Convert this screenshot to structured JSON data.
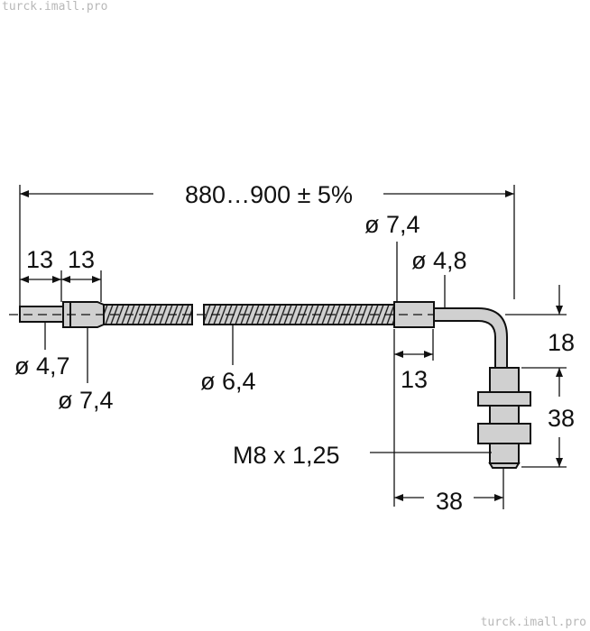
{
  "watermark": {
    "top": "turck.imall.pro",
    "bottom": "turck.imall.pro"
  },
  "dimensions": {
    "total_length": "880…900 ± 5%",
    "left_segment_1": "13",
    "left_segment_2": "13",
    "diameter_thin_cable": "ø 4,7",
    "diameter_left_ferrule": "ø 7,4",
    "diameter_braided_cable": "ø 6,4",
    "diameter_right_ferrule": "ø 7,4",
    "diameter_tube": "ø 4,8",
    "right_ferrule_length": "13",
    "bend_height": "18",
    "thread_length": "38",
    "horizontal_offset": "38",
    "thread_spec": "M8 x 1,25"
  },
  "colors": {
    "part_fill": "#d0d0d0",
    "line": "#111111"
  }
}
